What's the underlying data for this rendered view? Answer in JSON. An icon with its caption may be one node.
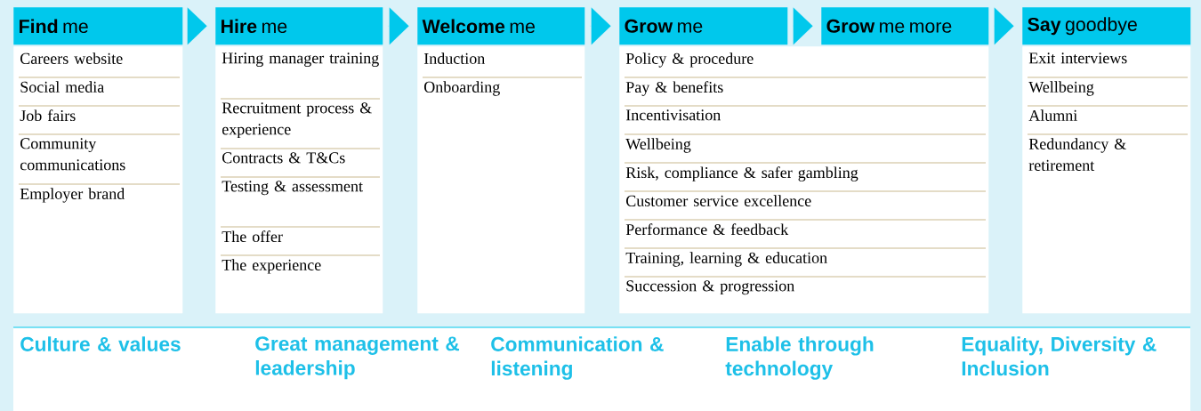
{
  "diagram": {
    "nodes": [
      {
        "text": [
          "**Find** me"
        ]
      },
      {
        "text": [
          "**Hire** me"
        ]
      },
      {
        "text": [
          "**Welcome** me"
        ]
      },
      {
        "text": [
          "**Grow** me"
        ]
      },
      {
        "text": [
          "**Grow** me more"
        ]
      },
      {
        "text": [
          "**Say** goodbye"
        ]
      },
      {
        "text": [
          "Careers website",
          "Social media",
          "Job fairs",
          "Community communications",
          "Employer brand"
        ]
      },
      {
        "text": [
          "Hiring manager training",
          "Recruitment process & experience",
          "Contracts & T&Cs",
          "Testing & assessment",
          "The offer",
          "The experience"
        ]
      },
      {
        "text": [
          "Induction",
          "Onboarding"
        ]
      },
      {
        "text": [
          "Policy & procedure",
          "Pay & benefits",
          "Incentivisation",
          "Wellbeing",
          "Risk, compliance & safer gambling",
          "Customer service excellence",
          "Performance & feedback",
          "Training, learning & education",
          "Succession & progression"
        ]
      },
      {
        "text": [
          "Exit interviews",
          "Wellbeing",
          "Alumni",
          "Redundancy & retirement"
        ]
      }
    ],
    "edges": [
      {
        "from": 0,
        "to": 1,
        "arrow": "to"
      },
      {
        "from": 1,
        "to": 2,
        "arrow": "to"
      },
      {
        "from": 2,
        "to": 3,
        "arrow": "to"
      },
      {
        "from": 3,
        "to": 4,
        "arrow": "to"
      },
      {
        "from": 4,
        "to": 5,
        "arrow": "to"
      }
    ],
    "labels": [
      "Culture & values",
      "Great management & leadership",
      "Communication & listening",
      "Enable through technology",
      "Equality, Diversity & Inclusion"
    ]
  }
}
